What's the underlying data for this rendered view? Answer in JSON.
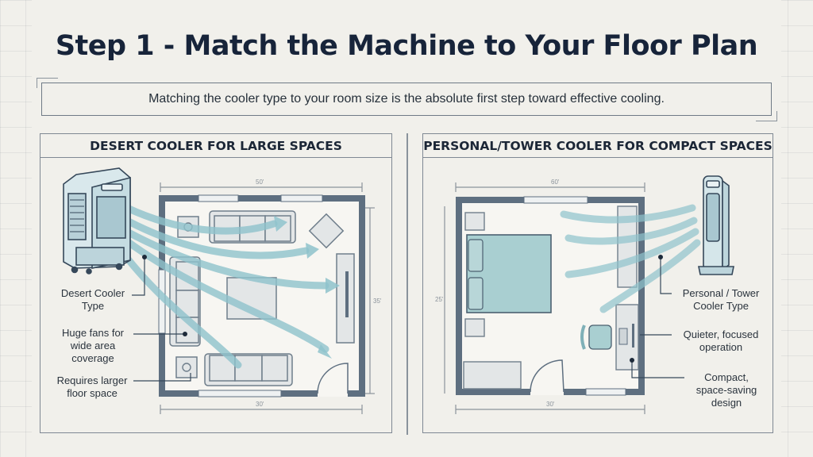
{
  "title": "Step 1 - Match the Machine to Your Floor Plan",
  "subtitle": "Matching the cooler type to your room size is the absolute first step toward effective cooling.",
  "panels": {
    "left": {
      "heading": "DESERT COOLER FOR LARGE SPACES",
      "device_icon": "desert-cooler-icon",
      "room": "living-room-floor-plan",
      "dimensions": {
        "top": "50'",
        "bottom": "30'",
        "side": "35'"
      },
      "callouts": [
        {
          "label": "Desert Cooler\nType",
          "line1": "Desert Cooler",
          "line2": "Type"
        },
        {
          "label": "Huge fans for\nwide area\ncoverage",
          "line1": "Huge fans for",
          "line2": "wide area",
          "line3": "coverage"
        },
        {
          "label": "Requires larger\nfloor space",
          "line1": "Requires larger",
          "line2": "floor space"
        }
      ]
    },
    "right": {
      "heading": "PERSONAL/TOWER COOLER FOR COMPACT SPACES",
      "device_icon": "tower-cooler-icon",
      "room": "bedroom-floor-plan",
      "dimensions": {
        "top": "60'",
        "bottom": "30'",
        "side": "25'"
      },
      "callouts": [
        {
          "label": "Personal / Tower\nCooler Type",
          "line1": "Personal / Tower",
          "line2": "Cooler Type"
        },
        {
          "label": "Quieter, focused\noperation",
          "line1": "Quieter, focused",
          "line2": "operation"
        },
        {
          "label": "Compact,\nspace-saving\ndesign",
          "line1": "Compact,",
          "line2": "space-saving",
          "line3": "design"
        }
      ]
    }
  },
  "colors": {
    "background": "#f1f0eb",
    "title": "#17243a",
    "wall": "#5e6f80",
    "airflow": "#8fc3cc",
    "device": "#cfe1e6",
    "bed": "#a9cfd1"
  }
}
